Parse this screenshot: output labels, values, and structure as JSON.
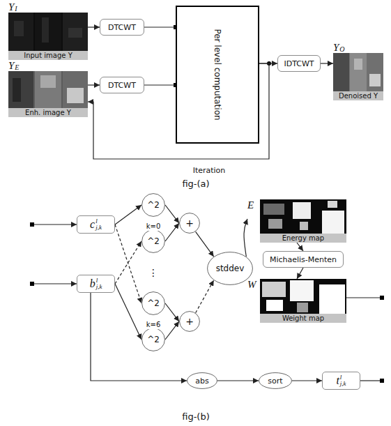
{
  "diagram": {
    "nodes": [
      {
        "text": [
          "Y",
          "I",
          "Input image Y"
        ]
      },
      {
        "text": [
          "DTCWT"
        ]
      },
      {
        "text": [
          "Y",
          "E",
          "Enh. image Y"
        ]
      },
      {
        "text": [
          "DTCWT"
        ]
      },
      {
        "text": [
          "Per level computation"
        ]
      },
      {
        "text": [
          "IDTCWT"
        ]
      },
      {
        "text": [
          "Y",
          "O",
          "Denoised Y"
        ]
      },
      {
        "text": [
          "c",
          "l",
          "j,k"
        ]
      },
      {
        "text": [
          "b",
          "l",
          "j,k"
        ]
      },
      {
        "text": [
          "^2"
        ]
      },
      {
        "text": [
          "^2"
        ]
      },
      {
        "text": [
          "^2"
        ]
      },
      {
        "text": [
          "^2"
        ]
      },
      {
        "text": [
          "+"
        ]
      },
      {
        "text": [
          "+"
        ]
      },
      {
        "text": [
          "stddev"
        ]
      },
      {
        "text": [
          "E",
          "Energy map"
        ]
      },
      {
        "text": [
          "Michaelis-Menten"
        ]
      },
      {
        "text": [
          "W",
          "Weight map"
        ]
      },
      {
        "text": [
          "abs"
        ]
      },
      {
        "text": [
          "sort"
        ]
      },
      {
        "text": [
          "t",
          "l",
          "j,k"
        ]
      }
    ],
    "edges": [
      {
        "from": 0,
        "to": 1,
        "arrow": "to"
      },
      {
        "from": 1,
        "to": 4,
        "arrow": "none"
      },
      {
        "from": 2,
        "to": 3,
        "arrow": "to"
      },
      {
        "from": 3,
        "to": 4,
        "arrow": "none"
      },
      {
        "from": 4,
        "to": 5,
        "arrow": "to"
      },
      {
        "from": 5,
        "to": 6,
        "arrow": "to"
      },
      {
        "from": 4,
        "to": 2,
        "label": "Iteration",
        "arrow": "to"
      },
      {
        "from": 7,
        "to": 9,
        "arrow": "to"
      },
      {
        "from": 7,
        "to": 11,
        "arrow": "to"
      },
      {
        "from": 8,
        "to": 10,
        "arrow": "to"
      },
      {
        "from": 8,
        "to": 12,
        "arrow": "to"
      },
      {
        "from": 9,
        "to": 13,
        "arrow": "to"
      },
      {
        "from": 10,
        "to": 13,
        "arrow": "to"
      },
      {
        "from": 11,
        "to": 14,
        "arrow": "to"
      },
      {
        "from": 12,
        "to": 14,
        "arrow": "to"
      },
      {
        "from": 13,
        "to": 15,
        "arrow": "to"
      },
      {
        "from": 14,
        "to": 15,
        "arrow": "to"
      },
      {
        "from": 15,
        "to": 16,
        "arrow": "to"
      },
      {
        "from": 16,
        "to": 17,
        "arrow": "to"
      },
      {
        "from": 17,
        "to": 18,
        "arrow": "to"
      },
      {
        "from": 8,
        "to": 19,
        "arrow": "to"
      },
      {
        "from": 19,
        "to": 20,
        "arrow": "to"
      },
      {
        "from": 20,
        "to": 21,
        "arrow": "to"
      }
    ],
    "labels": [
      "fig-(a)",
      "k=0",
      "⋮",
      "k=6",
      "fig-(b)"
    ]
  }
}
